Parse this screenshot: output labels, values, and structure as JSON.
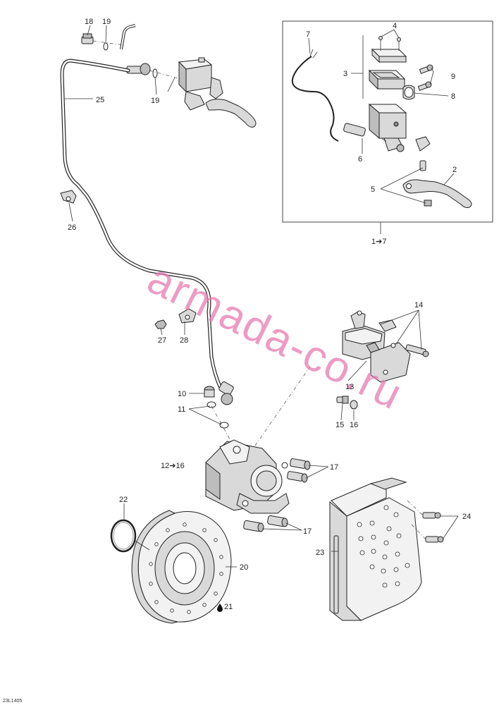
{
  "watermark": "armada-co.ru",
  "figure_code": "23L1405",
  "inset_label": "1➔7",
  "caliper_label": "12➔16",
  "callouts": {
    "c2": "2",
    "c3": "3",
    "c4": "4",
    "c5": "5",
    "c6": "6",
    "c7": "7",
    "c8": "8",
    "c9": "9",
    "c10": "10",
    "c11": "11",
    "c13": "13",
    "c14": "14",
    "c15": "15",
    "c16": "16",
    "c17a": "17",
    "c17b": "17",
    "c18": "18",
    "c19a": "19",
    "c19b": "19",
    "c20": "20",
    "c21": "21",
    "c22": "22",
    "c23": "23",
    "c24": "24",
    "c25": "25",
    "c26": "26",
    "c27": "27",
    "c28": "28"
  },
  "colors": {
    "watermark": "#e87ab0",
    "line": "#222222"
  }
}
